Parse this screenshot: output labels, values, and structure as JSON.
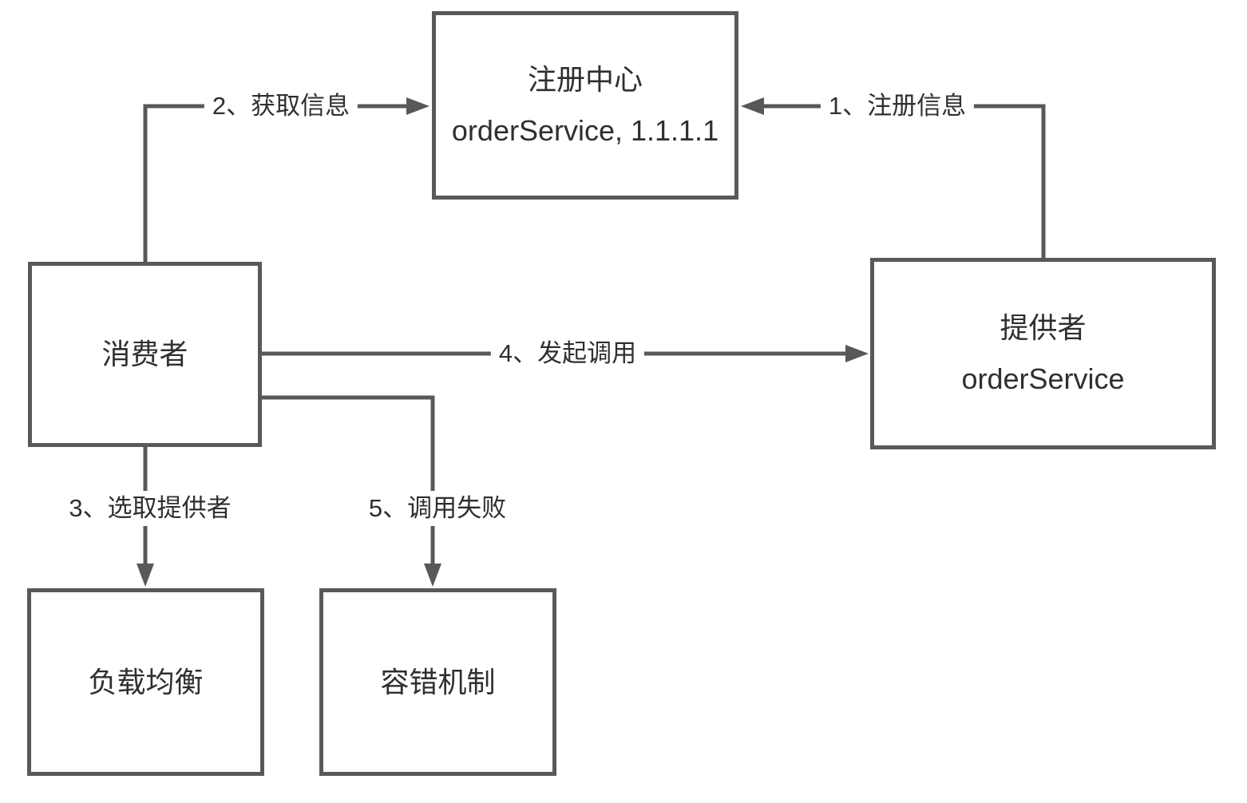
{
  "diagram": {
    "title": "service-registry-invoke-flow",
    "colors": {
      "line": "#585858",
      "border": "#595959",
      "text": "#2f2f2f",
      "background": "#ffffff"
    },
    "nodes": {
      "registry": {
        "line1": "注册中心",
        "line2": "orderService, 1.1.1.1"
      },
      "consumer": {
        "label": "消费者"
      },
      "provider": {
        "line1": "提供者",
        "line2": "orderService"
      },
      "load_balance": {
        "label": "负载均衡"
      },
      "fault_tolerance": {
        "label": "容错机制"
      }
    },
    "edges": {
      "register_info": {
        "label": "1、注册信息",
        "from": "provider",
        "to": "registry"
      },
      "fetch_info": {
        "label": "2、获取信息",
        "from": "consumer",
        "to": "registry"
      },
      "select_provider": {
        "label": "3、选取提供者",
        "from": "consumer",
        "to": "load_balance"
      },
      "invoke": {
        "label": "4、发起调用",
        "from": "consumer",
        "to": "provider"
      },
      "invoke_fail": {
        "label": "5、调用失败",
        "from": "consumer",
        "to": "fault_tolerance"
      }
    }
  }
}
